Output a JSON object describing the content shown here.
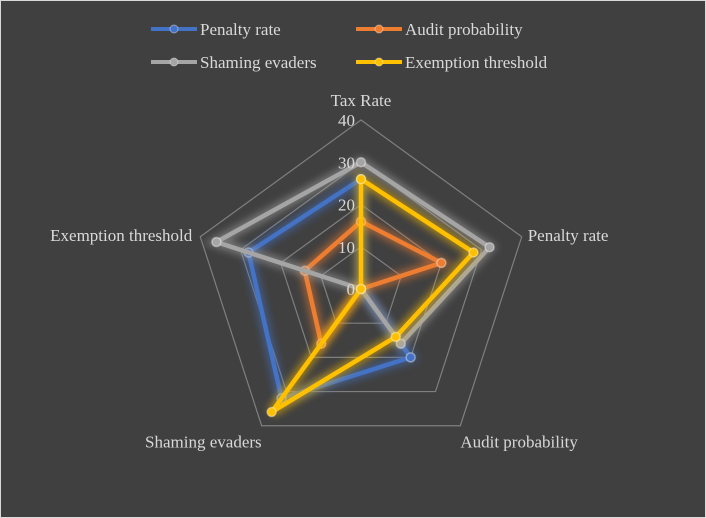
{
  "chart_data": {
    "type": "radar",
    "title": "",
    "axes": [
      "Tax Rate",
      "Penalty rate",
      "Audit probability",
      "Shaming evaders",
      "Exemption threshold"
    ],
    "rlim": [
      0,
      40
    ],
    "ticks": [
      "0",
      "10",
      "20",
      "30",
      "40"
    ],
    "tick_values": [
      0,
      10,
      20,
      30,
      40
    ],
    "legend_position": "top",
    "series": [
      {
        "name": "Penalty rate",
        "color": "#4472c4",
        "values": [
          26,
          0,
          20,
          32,
          28
        ]
      },
      {
        "name": "Audit probability",
        "color": "#ed7d31",
        "values": [
          16,
          20,
          0,
          16,
          14
        ]
      },
      {
        "name": "Shaming evaders",
        "color": "#a5a5a5",
        "values": [
          30,
          32,
          16,
          0,
          36
        ]
      },
      {
        "name": "Exemption threshold",
        "color": "#ffc000",
        "values": [
          26,
          28,
          14,
          36,
          0
        ]
      }
    ]
  }
}
